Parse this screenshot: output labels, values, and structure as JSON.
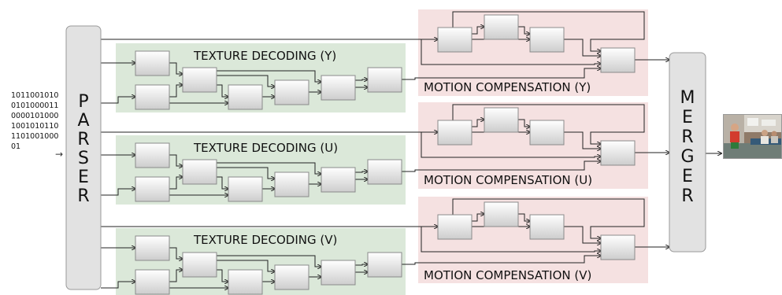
{
  "bitstream": {
    "lines": [
      "1011001010",
      "0101000011",
      "0000101000",
      "1001010110",
      "1101001000",
      "01"
    ],
    "arrow": "→"
  },
  "parser": {
    "letters": [
      "P",
      "A",
      "R",
      "S",
      "E",
      "R"
    ]
  },
  "merger": {
    "letters": [
      "M",
      "E",
      "R",
      "G",
      "E",
      "R"
    ]
  },
  "texture_titles": [
    "TEXTURE DECODING (Y)",
    "TEXTURE DECODING (U)",
    "TEXTURE DECODING (V)"
  ],
  "motion_titles": [
    "MOTION COMPENSATION (Y)",
    "MOTION COMPENSATION (U)",
    "MOTION COMPENSATION (V)"
  ],
  "colors": {
    "texture_region": "#dbe8d9",
    "motion_region": "#f5e1e1",
    "block_fill_top": "#ffffff",
    "block_fill_bottom": "#cfcfcf",
    "block_stroke": "#8a8a8a",
    "pillar_fill": "#e2e2e2",
    "line": "#222222"
  },
  "output": {
    "thumbnail": "video-frame-image"
  }
}
